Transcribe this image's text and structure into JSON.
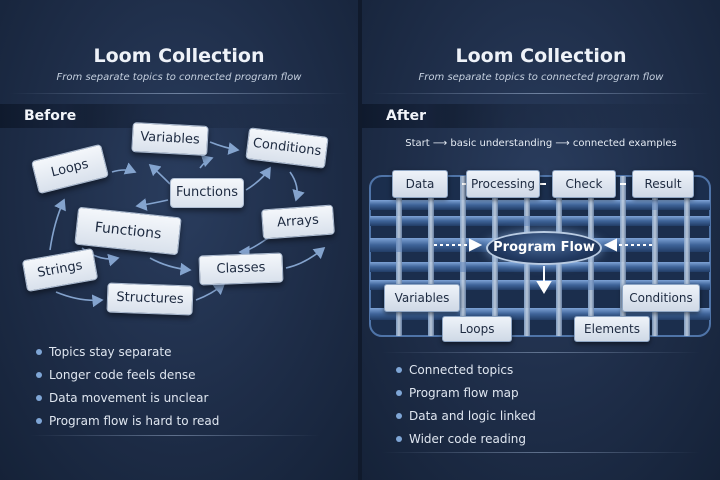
{
  "left": {
    "title": "Loom Collection",
    "subtitle": "From separate topics to connected program flow",
    "section": "Before",
    "cards": {
      "variables": "Variables",
      "conditions": "Conditions",
      "loops": "Loops",
      "functions_small": "Functions",
      "functions_big": "Functions",
      "arrays": "Arrays",
      "strings": "Strings",
      "classes": "Classes",
      "structures": "Structures"
    },
    "bullets": [
      "Topics stay separate",
      "Longer code feels dense",
      "Data movement is unclear",
      "Program flow is hard to read"
    ]
  },
  "right": {
    "title": "Loom Collection",
    "subtitle": "From separate topics to connected program flow",
    "section": "After",
    "start_line": "Start ⟶ basic understanding ⟶ connected examples",
    "top_row": [
      "Data",
      "Processing",
      "Check",
      "Result"
    ],
    "hub": "Program Flow",
    "side_left": "Variables",
    "side_right": "Conditions",
    "bottom_row": [
      "Loops",
      "Elements"
    ],
    "bullets": [
      "Connected topics",
      "Program flow map",
      "Data and logic linked",
      "Wider code reading"
    ]
  },
  "colors": {
    "background": "#1e2d48",
    "card": "#e6ecf4",
    "thread": "#5b83bd",
    "bullet_dot": "#7fa6d6"
  }
}
